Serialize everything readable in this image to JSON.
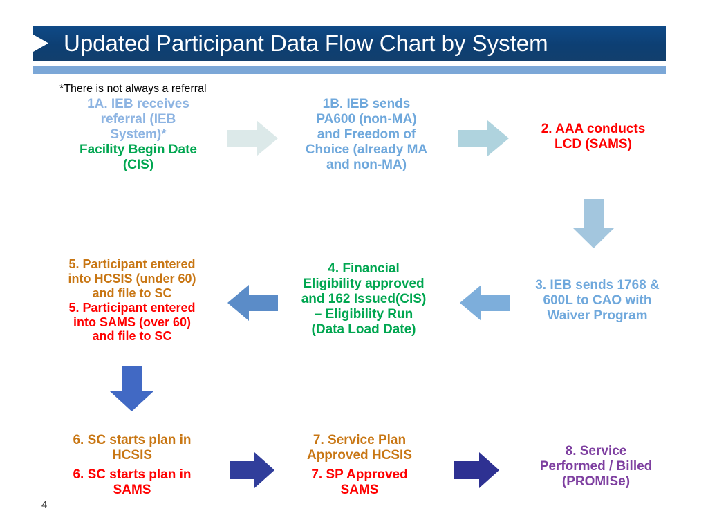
{
  "slide": {
    "title": "Updated Participant Data Flow Chart by System",
    "page_number": "4",
    "footnote": "*There is not always a referral",
    "colors": {
      "title_bar": "#104A84",
      "title_underbar": "#7BA7D7",
      "light_blue_text": "#8DB4E2",
      "blue_text": "#6FA8DC",
      "green_text": "#00A650",
      "red_text": "#FF0000",
      "orange_text": "#C87613",
      "purple_text": "#7E3FA0",
      "arrow_pale": "#DCE9E9",
      "arrow_lightblue": "#AFD3DE",
      "arrow_slate": "#5B8CC8",
      "arrow_steel": "#7DAEDB",
      "arrow_navy": "#2E3192",
      "arrow_royal": "#4169C4"
    }
  },
  "nodes": {
    "n1a": {
      "line1": "1A. IEB receives",
      "line2": "referral (IEB",
      "line3": "System)*",
      "line4": "Facility Begin Date",
      "line5": "(CIS)"
    },
    "n1b": {
      "line1": "1B. IEB sends",
      "line2": "PA600 (non-MA)",
      "line3": "and Freedom of",
      "line4": "Choice (already MA",
      "line5": "and non-MA)"
    },
    "n2": {
      "line1": "2. AAA conducts",
      "line2": "LCD (SAMS)"
    },
    "n3": {
      "line1": "3. IEB sends 1768 &",
      "line2": "600L to CAO with",
      "line3": "Waiver Program"
    },
    "n4": {
      "line1": "4. Financial",
      "line2": "Eligibility approved",
      "line3": "and 162 Issued(CIS)",
      "line4": "– Eligibility Run",
      "line5": "(Data Load Date)"
    },
    "n5": {
      "line1": "5. Participant entered",
      "line2": "into HCSIS (under 60)",
      "line3": "and file to SC",
      "line4": "5. Participant entered",
      "line5": "into SAMS (over 60)",
      "line6": "and file to SC"
    },
    "n6": {
      "line1": "6. SC starts plan in",
      "line2": "HCSIS",
      "line3": "6. SC starts plan in",
      "line4": "SAMS"
    },
    "n7": {
      "line1": "7. Service Plan",
      "line2": "Approved HCSIS",
      "line3": "7. SP Approved",
      "line4": "SAMS"
    },
    "n8": {
      "line1": "8. Service",
      "line2": "Performed / Billed",
      "line3": "(PROMISe)"
    }
  },
  "arrows": [
    {
      "name": "arrow-1a-to-1b",
      "direction": "right",
      "color": "#DCE9E9"
    },
    {
      "name": "arrow-1b-to-2",
      "direction": "right",
      "color": "#AFD3DE"
    },
    {
      "name": "arrow-2-to-3",
      "direction": "down",
      "color": "#A3C6DE"
    },
    {
      "name": "arrow-3-to-4",
      "direction": "left",
      "color": "#7DAEDB"
    },
    {
      "name": "arrow-4-to-5",
      "direction": "left",
      "color": "#5B8CC8"
    },
    {
      "name": "arrow-5-to-6",
      "direction": "down",
      "color": "#4169C4"
    },
    {
      "name": "arrow-6-to-7",
      "direction": "right",
      "color": "#313E9B"
    },
    {
      "name": "arrow-7-to-8",
      "direction": "right",
      "color": "#2E3192"
    }
  ]
}
